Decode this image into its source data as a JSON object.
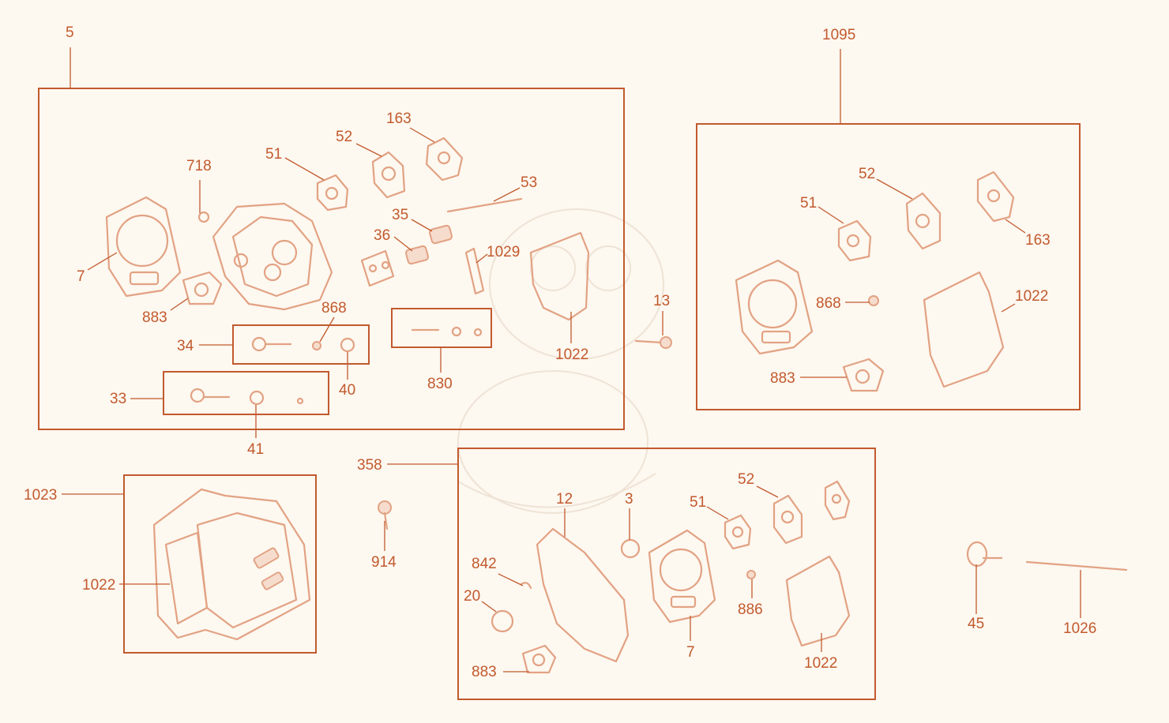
{
  "diagram": {
    "labels": {
      "l5": "5",
      "l1095": "1095",
      "l163a": "163",
      "l52a": "52",
      "l51a": "51",
      "l718": "718",
      "l53": "53",
      "l35": "35",
      "l36": "36",
      "l1029": "1029",
      "l7a": "7",
      "l883a": "883",
      "l868a": "868",
      "l34": "34",
      "l40": "40",
      "l830": "830",
      "l1022a": "1022",
      "l33": "33",
      "l41": "41",
      "l13": "13",
      "l52b": "52",
      "l51b": "51",
      "l163b": "163",
      "l868b": "868",
      "l1022b": "1022",
      "l883b": "883",
      "l1023": "1023",
      "l1022c": "1022",
      "l358": "358",
      "l914": "914",
      "l12": "12",
      "l3": "3",
      "l52c": "52",
      "l51c": "51",
      "l842": "842",
      "l20": "20",
      "l886": "886",
      "l883c": "883",
      "l7b": "7",
      "l1022d": "1022",
      "l45": "45",
      "l1026": "1026"
    }
  }
}
